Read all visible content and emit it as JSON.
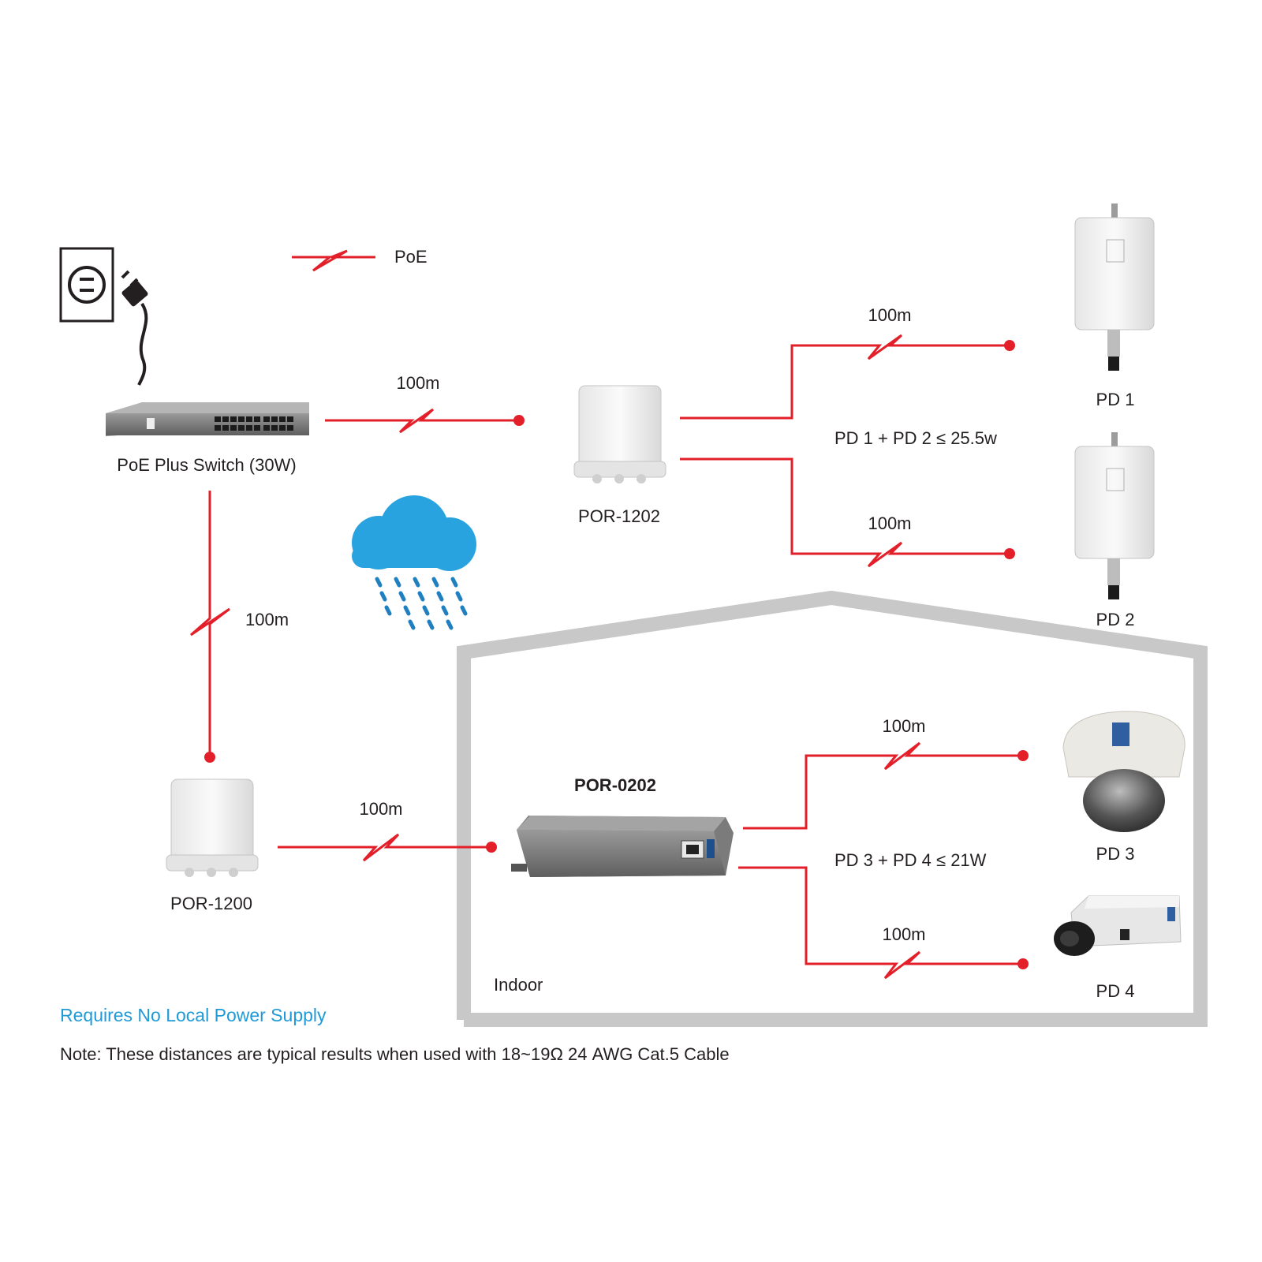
{
  "colors": {
    "poe_line": "#e3202a",
    "building": "#c8c8c8",
    "cloud": "#29a3df",
    "rain": "#1f7fc1",
    "blue_text": "#1f9ad6"
  },
  "legend": {
    "label": "PoE"
  },
  "devices": {
    "switch": {
      "label": "PoE Plus Switch (30W)"
    },
    "por1202": {
      "label": "POR-1202"
    },
    "por1200": {
      "label": "POR-1200"
    },
    "por0202": {
      "label": "POR-0202"
    },
    "pd1": {
      "label": "PD 1"
    },
    "pd2": {
      "label": "PD 2"
    },
    "pd3": {
      "label": "PD 3"
    },
    "pd4": {
      "label": "PD 4"
    }
  },
  "links": {
    "switch_to_por1202": "100m",
    "switch_to_por1200": "100m",
    "por1202_to_pd1": "100m",
    "por1202_to_pd2": "100m",
    "por1200_to_por0202": "100m",
    "por0202_to_pd3": "100m",
    "por0202_to_pd4": "100m"
  },
  "budgets": {
    "pd1_pd2": "PD 1 + PD 2 ≤ 25.5w",
    "pd3_pd4": "PD 3 + PD 4 ≤ 21W"
  },
  "building": {
    "label": "Indoor"
  },
  "footer": {
    "highlight": "Requires No Local Power Supply",
    "note": "Note: These distances are typical results when used with 18~19Ω 24 AWG Cat.5 Cable"
  },
  "icons": [
    "power-outlet-icon",
    "plug-icon",
    "cloud-icon",
    "rain-icon",
    "lightning-icon"
  ]
}
